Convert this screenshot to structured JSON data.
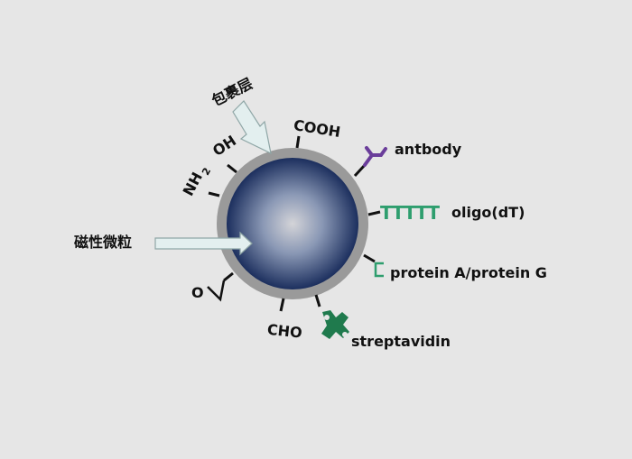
{
  "diagram": {
    "labels": {
      "coating": "包裹层",
      "core": "磁性微粒",
      "cooh": "COOH",
      "oh": "OH",
      "nh2_main": "NH",
      "nh2_sub": "2",
      "antibody": "antbody",
      "oligo_glyph": "TTTTT",
      "oligo": "oligo(dT)",
      "protein": "protein A/protein G",
      "streptavidin": "streptavidin",
      "cho": "CHO",
      "epoxide_o": "O"
    },
    "colors": {
      "background": "#e6e6e6",
      "shell": "#9a9a9a",
      "core_center": "#d4d4d8",
      "core_edge": "#1c2f5e",
      "arrow_fill": "#e3efef",
      "arrow_stroke": "#8fa6a6",
      "antibody": "#6a3d9a",
      "green": "#2e9e6e",
      "streptavidin": "#1f7a4d"
    },
    "icons": [
      "antibody-icon",
      "protein-bracket-icon",
      "streptavidin-icon",
      "epoxide-icon"
    ]
  }
}
